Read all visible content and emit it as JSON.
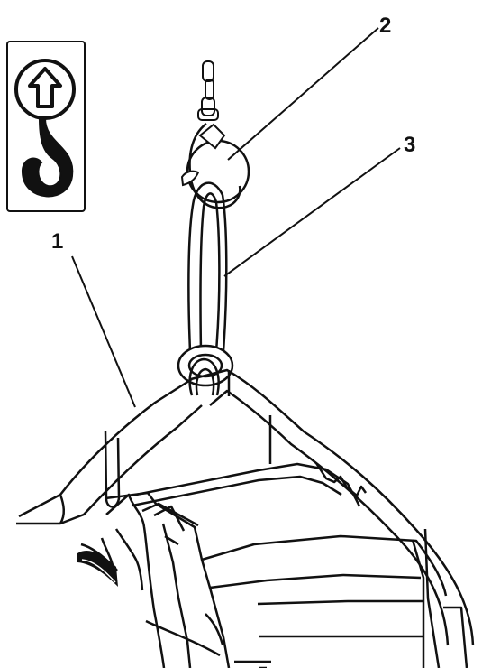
{
  "callouts": {
    "item1": "1",
    "item2": "2",
    "item3": "3"
  },
  "icons": {
    "badge": "lifting-point-symbol-icon",
    "hook": "crane-hook-icon",
    "chain": "chain-icon",
    "sling": "lifting-sling-icon",
    "frame": "machine-frame-icon"
  },
  "colors": {
    "line": "#111111",
    "background": "#ffffff"
  }
}
